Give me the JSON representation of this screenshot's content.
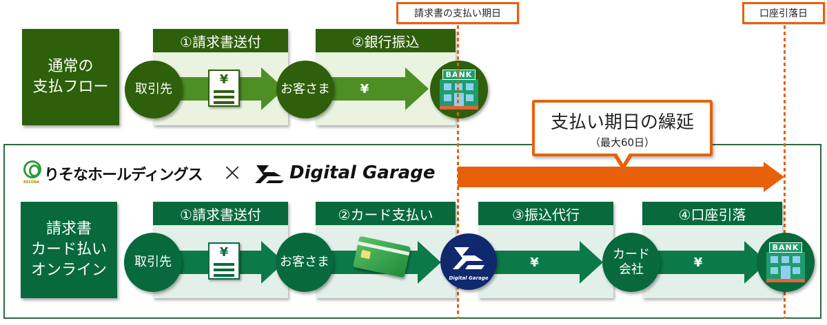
{
  "markers": {
    "invoice_due_date": "請求書の支払い期日",
    "account_debit_date": "口座引落日"
  },
  "deferral_callout": {
    "title": "支払い期日の繰延",
    "subtitle": "（最大60日）"
  },
  "colors": {
    "normal_flow_green": "#2e5f0b",
    "card_flow_green": "#086a3c",
    "accent_orange": "#e8600a",
    "dg_navy": "#10286e"
  },
  "normal_flow": {
    "label_line1": "通常の",
    "label_line2": "支払フロー",
    "steps": [
      {
        "label": "①請求書送付"
      },
      {
        "label": "②銀行振込"
      }
    ],
    "nodes": {
      "supplier": "取引先",
      "customer": "お客さま",
      "bank_sign": "BANK"
    },
    "yen": "¥"
  },
  "logos": {
    "resona_name": "りそなホールディングス",
    "resona_sub": "RESONA",
    "times": "×",
    "dg_name": "Digital Garage"
  },
  "card_flow": {
    "label_line1": "請求書",
    "label_line2": "カード払い",
    "label_line3": "オンライン",
    "steps": [
      {
        "label": "①請求書送付"
      },
      {
        "label": "②カード支払い"
      },
      {
        "label": "③振込代行"
      },
      {
        "label": "④口座引落"
      }
    ],
    "nodes": {
      "supplier": "取引先",
      "customer": "お客さま",
      "dg_caption": "Digital Garage",
      "card_company_line1": "カード",
      "card_company_line2": "会社",
      "bank_sign": "BANK"
    },
    "yen": "¥"
  }
}
